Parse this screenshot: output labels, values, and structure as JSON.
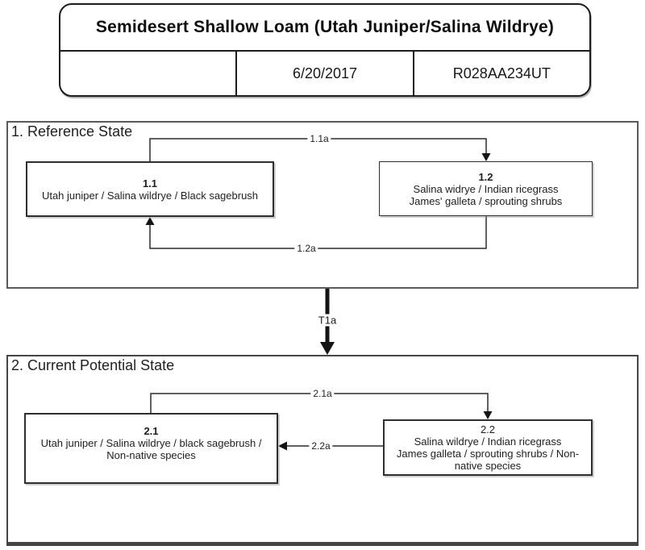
{
  "header": {
    "title": "Semidesert Shallow Loam (Utah Juniper/Salina Wildrye)",
    "date": "6/20/2017",
    "site_id": "R028AA234UT"
  },
  "states": [
    {
      "label": "1. Reference State",
      "communities": [
        {
          "id": "1.1",
          "lines": [
            "Utah juniper / Salina wildrye / Black sagebrush"
          ]
        },
        {
          "id": "1.2",
          "lines": [
            "Salina widrye / Indian ricegrass",
            "James' galleta / sprouting shrubs"
          ]
        }
      ],
      "pathways": [
        {
          "label": "1.1a"
        },
        {
          "label": "1.2a"
        }
      ]
    },
    {
      "label": "2. Current Potential State",
      "communities": [
        {
          "id": "2.1",
          "lines": [
            "Utah juniper / Salina wildrye / black sagebrush /",
            "Non-native species"
          ]
        },
        {
          "id": "2.2",
          "lines": [
            "Salina wildrye / Indian ricegrass",
            "James galleta / sprouting shrubs / Non-",
            "native species"
          ]
        }
      ],
      "pathways": [
        {
          "label": "2.1a"
        },
        {
          "label": "2.2a"
        }
      ]
    }
  ],
  "transitions": [
    {
      "label": "T1a"
    }
  ],
  "colors": {
    "ink": "#1a1a1a",
    "arrow": "#2b2b2b",
    "state_border": "#4a4a4a"
  }
}
